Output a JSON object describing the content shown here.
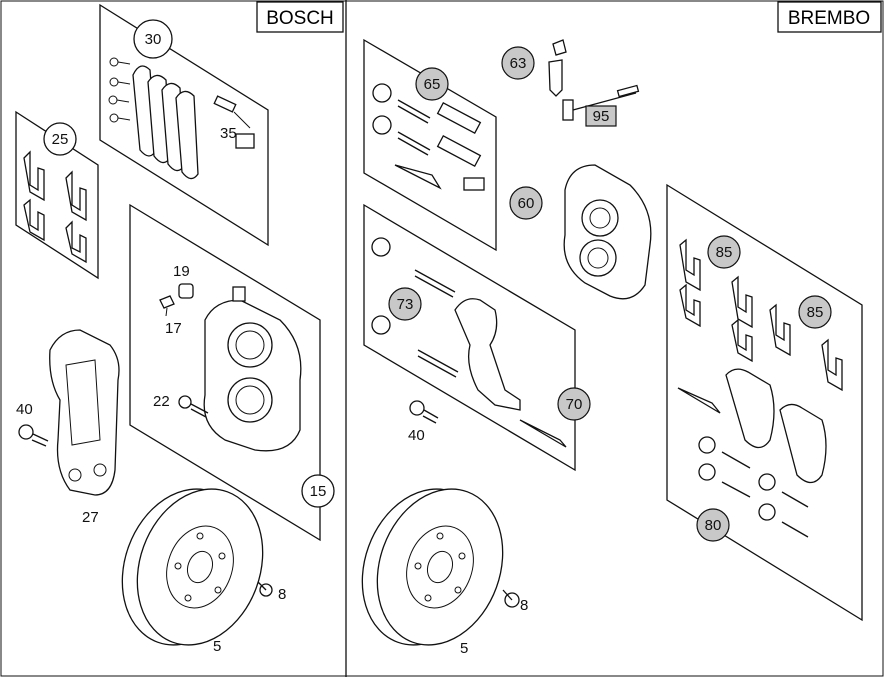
{
  "headers": {
    "left": "BOSCH",
    "right": "BREMBO"
  },
  "callouts_left": [
    {
      "id": "c30",
      "text": "30",
      "shaded": false
    },
    {
      "id": "c25",
      "text": "25",
      "shaded": false
    },
    {
      "id": "c15",
      "text": "15",
      "shaded": false
    }
  ],
  "callouts_right": [
    {
      "id": "c63",
      "text": "63",
      "shaded": true
    },
    {
      "id": "c65",
      "text": "65",
      "shaded": true
    },
    {
      "id": "c95",
      "text": "95",
      "shaded": true
    },
    {
      "id": "c60",
      "text": "60",
      "shaded": true
    },
    {
      "id": "c73",
      "text": "73",
      "shaded": true
    },
    {
      "id": "c70",
      "text": "70",
      "shaded": true
    },
    {
      "id": "c85a",
      "text": "85",
      "shaded": true
    },
    {
      "id": "c85b",
      "text": "85",
      "shaded": true
    },
    {
      "id": "c80",
      "text": "80",
      "shaded": true
    }
  ],
  "labels": {
    "l35": "35",
    "l19": "19",
    "l17": "17",
    "l22": "22",
    "l40a": "40",
    "l27": "27",
    "l5a": "5",
    "l8a": "8",
    "l40b": "40",
    "l5b": "5",
    "l8b": "8"
  },
  "colors": {
    "shade": "#c8c8c8",
    "line": "#111111",
    "background": "#ffffff"
  }
}
